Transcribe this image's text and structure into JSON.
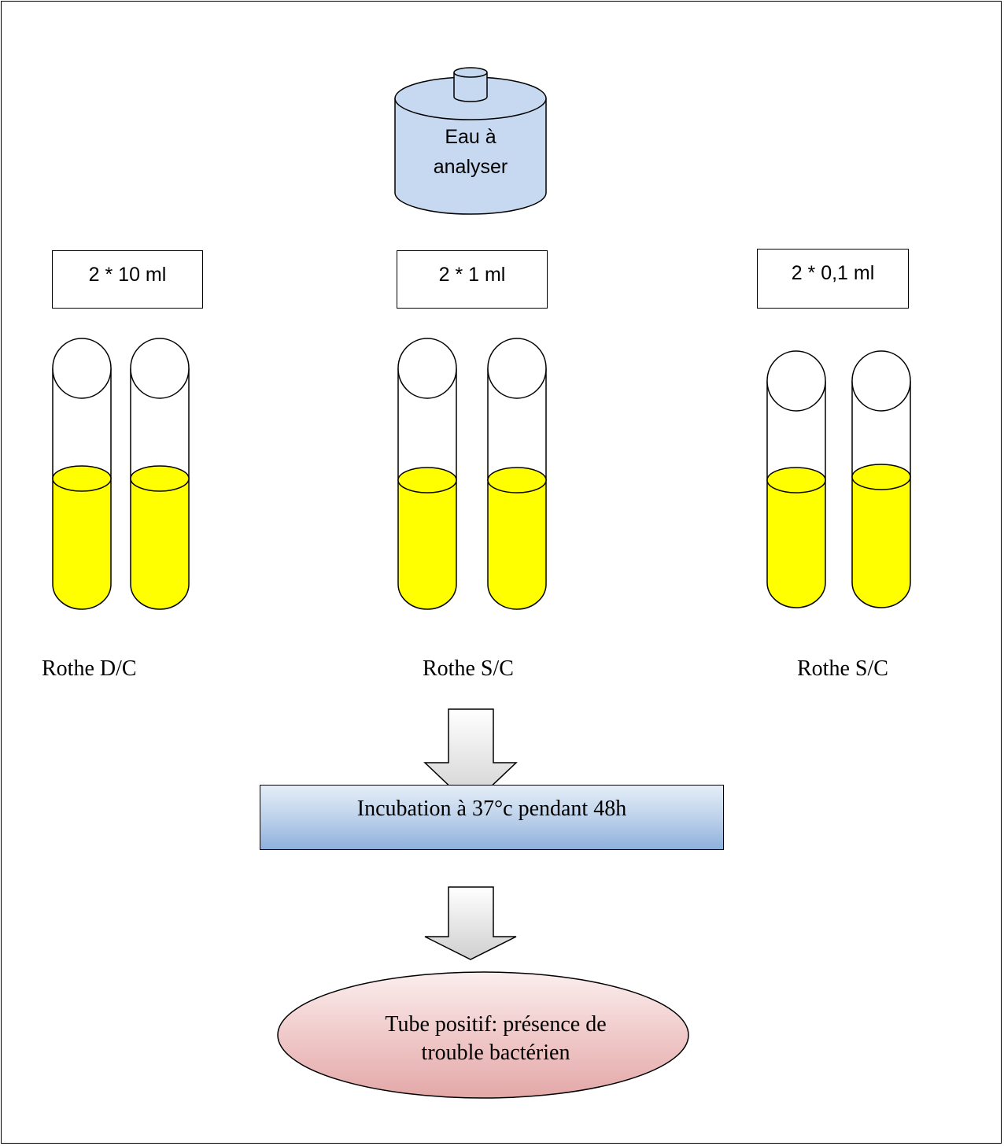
{
  "source_bottle": {
    "label_line1": "Eau à",
    "label_line2": "analyser",
    "fill_color": "#c6d9f1"
  },
  "groups": [
    {
      "volume": "2 * 10 ml",
      "medium": "Rothe D/C"
    },
    {
      "volume": "2 * 1 ml",
      "medium": "Rothe S/C"
    },
    {
      "volume": "2 * 0,1 ml",
      "medium": "Rothe S/C"
    }
  ],
  "tube_liquid_color": "#ffff00",
  "incubation_step": "Incubation à 37°c pendant 48h",
  "result": {
    "line1": "Tube positif: présence de",
    "line2": "trouble bactérien"
  }
}
